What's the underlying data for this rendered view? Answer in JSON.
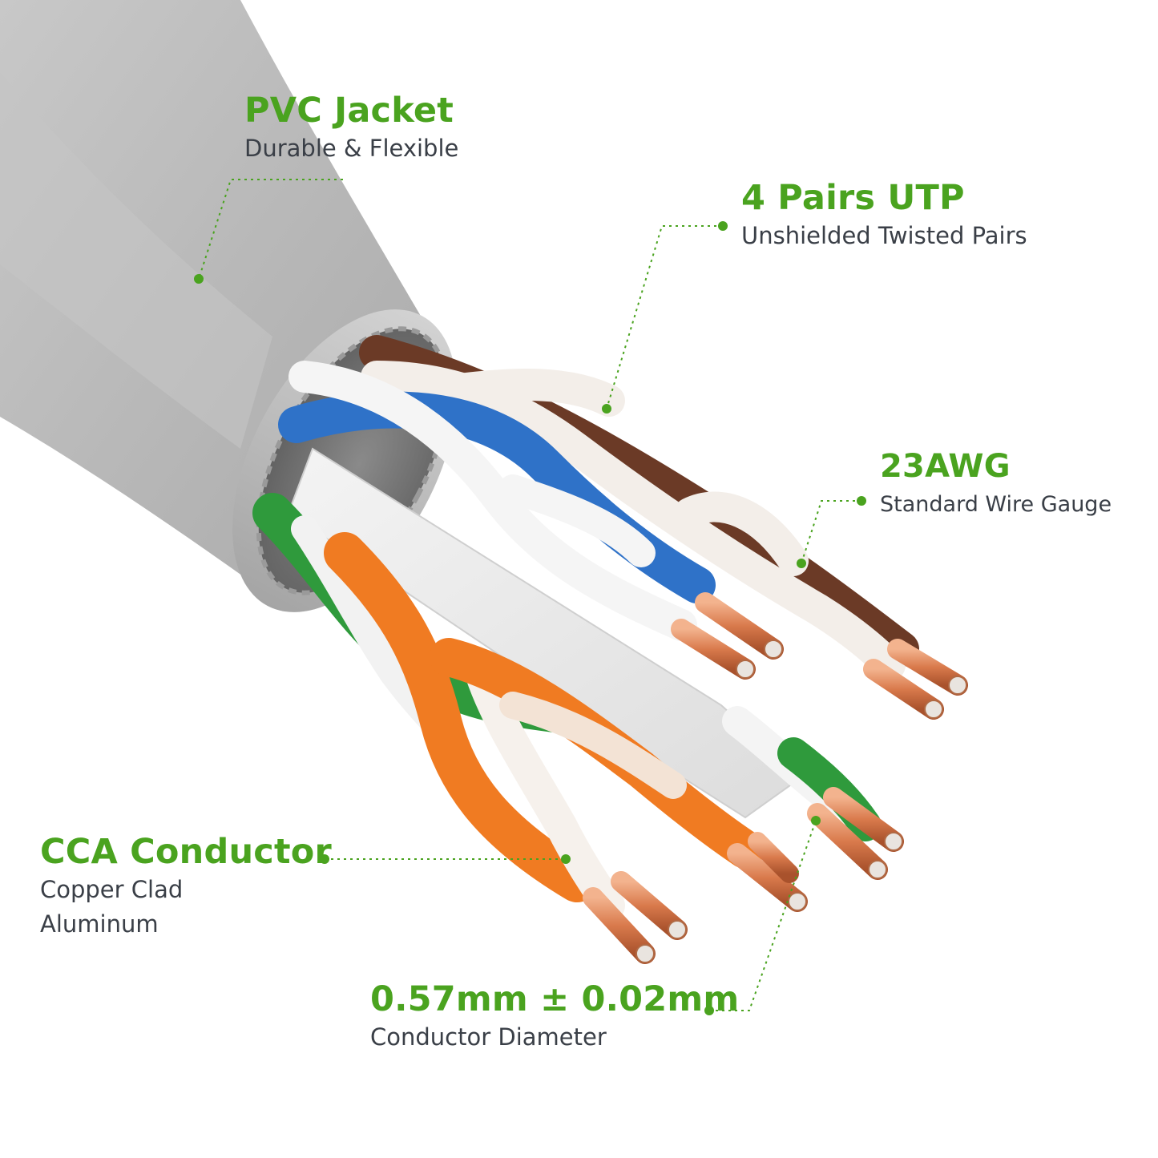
{
  "colors": {
    "accent": "#4aa31f",
    "text_secondary": "#3a3f47",
    "jacket": "#b9b9b9",
    "copper": "#d9835a",
    "wire_blue": "#2f72c8",
    "wire_brown": "#6b3a26",
    "wire_orange": "#f07b22",
    "wire_green": "#2f9a3c"
  },
  "callouts": {
    "pvc_jacket": {
      "title": "PVC Jacket",
      "description": "Durable & Flexible"
    },
    "utp": {
      "title": "4 Pairs UTP",
      "description": "Unshielded Twisted Pairs"
    },
    "awg": {
      "title": "23AWG",
      "description": "Standard Wire Gauge"
    },
    "cca": {
      "title": "CCA Conductor",
      "description_lines": [
        "Copper Clad",
        "Aluminum"
      ]
    },
    "diameter": {
      "title": "0.57mm ± 0.02mm",
      "description": "Conductor Diameter"
    }
  },
  "image": {
    "subject": "cable-cross-section",
    "icons": [
      "callout-dot-icon"
    ]
  }
}
